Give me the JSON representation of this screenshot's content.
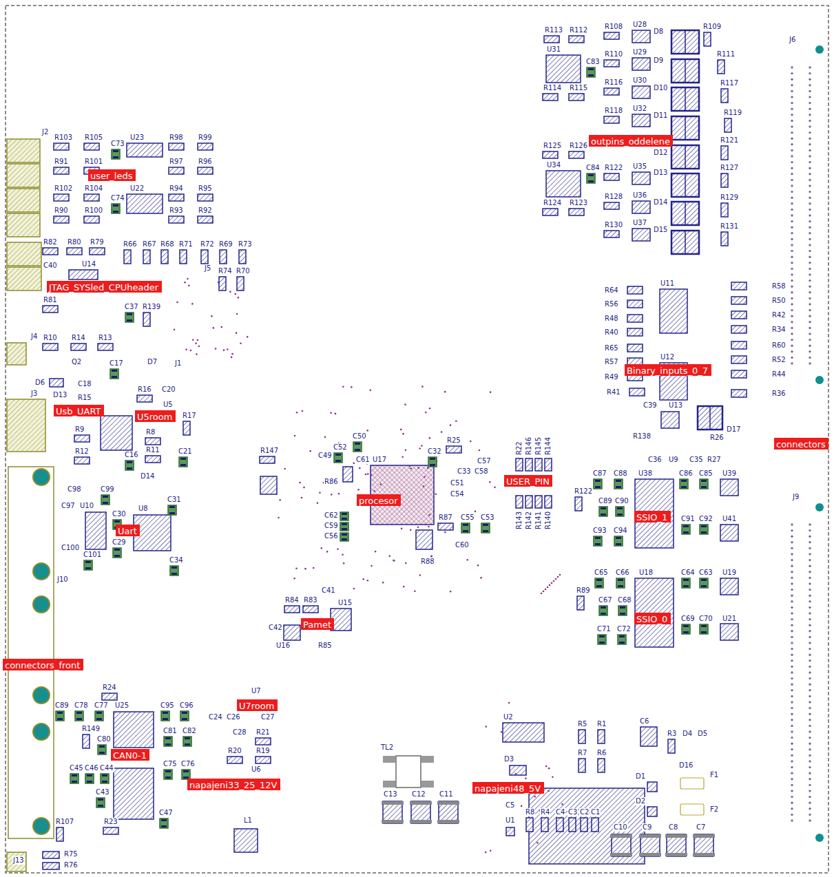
{
  "diagram": {
    "nodes": [
      {
        "text": [
          "outpins_oddelene"
        ]
      },
      {
        "text": [
          "user_leds"
        ]
      },
      {
        "text": [
          "JTAG_SYSled_CPUheader"
        ]
      },
      {
        "text": [
          "Usb_UART"
        ]
      },
      {
        "text": [
          "U5room"
        ]
      },
      {
        "text": [
          "Binary_inputs_0_7"
        ]
      },
      {
        "text": [
          "connectors"
        ]
      },
      {
        "text": [
          "USER_PIN"
        ]
      },
      {
        "text": [
          "procesor"
        ]
      },
      {
        "text": [
          "SSIO_1"
        ]
      },
      {
        "text": [
          "Uart"
        ]
      },
      {
        "text": [
          "SSIO_0"
        ]
      },
      {
        "text": [
          "Pamet"
        ]
      },
      {
        "text": [
          "connectors_front"
        ]
      },
      {
        "text": [
          "U7room"
        ]
      },
      {
        "text": [
          "CAN0-1"
        ]
      },
      {
        "text": [
          "napajeni33_25_12V"
        ]
      },
      {
        "text": [
          "napajeni48_5V"
        ]
      }
    ],
    "labels": [
      "R113",
      "R112",
      "R108",
      "U28",
      "D8",
      "R109",
      "J6",
      "U31",
      "C83",
      "R110",
      "U29",
      "D9",
      "R111",
      "R114",
      "R115",
      "R116",
      "U30",
      "D10",
      "R117",
      "R118",
      "U32",
      "D11",
      "R119",
      "R125",
      "R126",
      "D12",
      "R121",
      "U34",
      "C84",
      "R122",
      "U35",
      "D13",
      "R127",
      "R124",
      "R123",
      "R128",
      "U36",
      "D14",
      "R129",
      "R130",
      "U37",
      "D15",
      "R131",
      "J2",
      "R103",
      "R105",
      "C73",
      "U23",
      "R98",
      "R99",
      "R91",
      "R101",
      "R97",
      "R96",
      "R102",
      "R104",
      "U22",
      "R94",
      "R95",
      "C74",
      "R90",
      "R100",
      "R93",
      "R92",
      "R82",
      "R80",
      "R79",
      "R66",
      "R67",
      "R68",
      "R71",
      "R72",
      "R69",
      "R73",
      "C40",
      "U14",
      "J5",
      "R74",
      "R70",
      "R81",
      "C37",
      "R139",
      "J4",
      "R10",
      "R14",
      "R13",
      "Q2",
      "C17",
      "D7",
      "J1",
      "D6",
      "C18",
      "R16",
      "C20",
      "D13",
      "R15",
      "J3",
      "U5",
      "R17",
      "R9",
      "R8",
      "R12",
      "R11",
      "C21",
      "C16",
      "D14",
      "C98",
      "C99",
      "C97",
      "U10",
      "C30",
      "C31",
      "U8",
      "C100",
      "C29",
      "C101",
      "C34",
      "J10",
      "R24",
      "C89",
      "C78",
      "C77",
      "U25",
      "C95",
      "C96",
      "R149",
      "C80",
      "C81",
      "C82",
      "C75",
      "C76",
      "C45",
      "C46",
      "C44",
      "C43",
      "C47",
      "R107",
      "R23",
      "J13",
      "R75",
      "R76",
      "U7",
      "C24",
      "C26",
      "C27",
      "C28",
      "R21",
      "R20",
      "R19",
      "U6",
      "L1",
      "R147",
      "C50",
      "C52",
      "C49",
      "C61",
      "U17",
      "C32",
      "R25",
      "C57",
      "C33",
      "C58",
      "C51",
      "C54",
      "R86",
      "C62",
      "C59",
      "C56",
      "R87",
      "C55",
      "C53",
      "C60",
      "R88",
      "R22",
      "R146",
      "R145",
      "R144",
      "R143",
      "R142",
      "R141",
      "R140",
      "R84",
      "R83",
      "C41",
      "U15",
      "C42",
      "U16",
      "R85",
      "R64",
      "R56",
      "R48",
      "R40",
      "R65",
      "R57",
      "R49",
      "R41",
      "U11",
      "U12",
      "R58",
      "R50",
      "R42",
      "R34",
      "R60",
      "R52",
      "R44",
      "R36",
      "C39",
      "U13",
      "D17",
      "R138",
      "R26",
      "C36",
      "U9",
      "C35",
      "R27",
      "C87",
      "C88",
      "U38",
      "C86",
      "C85",
      "U39",
      "R122",
      "C89",
      "C90",
      "C91",
      "C92",
      "U41",
      "C93",
      "C94",
      "C65",
      "C66",
      "U18",
      "C64",
      "C63",
      "U19",
      "R89",
      "C67",
      "C68",
      "C69",
      "C70",
      "U21",
      "C71",
      "C72",
      "J9",
      "U2",
      "D3",
      "R5",
      "R1",
      "C6",
      "R3",
      "D4",
      "D5",
      "R7",
      "R6",
      "D16",
      "D1",
      "F1",
      "D2",
      "F2",
      "C5",
      "U1",
      "R8",
      "R4",
      "C4",
      "C3",
      "C2",
      "C1",
      "C10",
      "C9",
      "C8",
      "C7",
      "TL2",
      "C13",
      "C12",
      "C11"
    ]
  }
}
